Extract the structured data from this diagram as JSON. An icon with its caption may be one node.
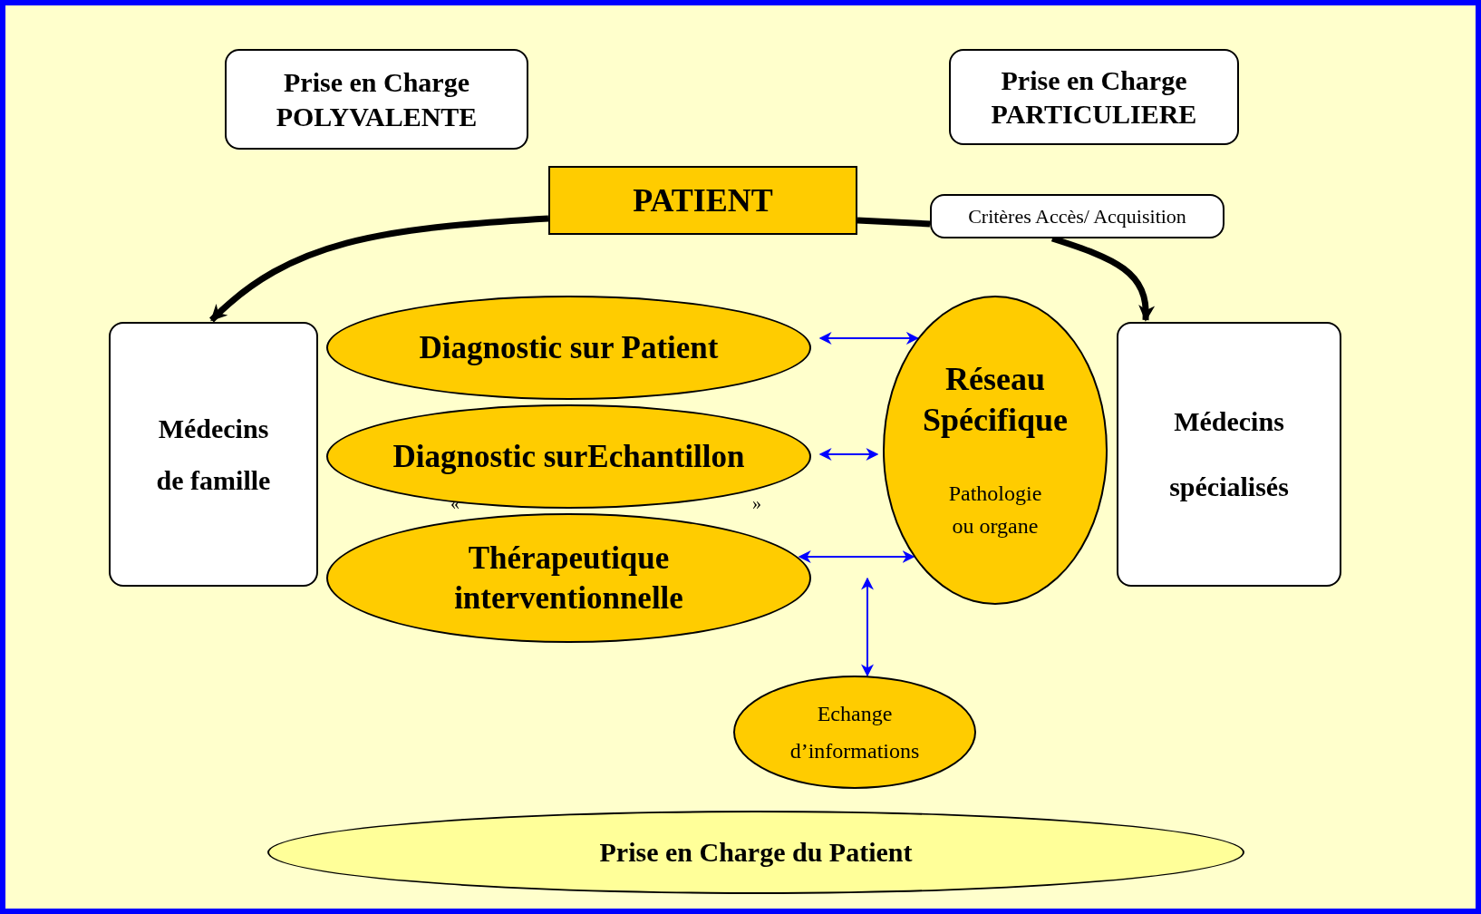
{
  "diagram": {
    "nodes": [
      {
        "text": [
          "Prise en Charge POLYVALENTE"
        ]
      },
      {
        "text": [
          "Prise en Charge PARTICULIERE"
        ]
      },
      {
        "text": [
          "PATIENT"
        ]
      },
      {
        "text": [
          "Critères Accès/ Acquisition"
        ]
      },
      {
        "text": [
          "Médecins de famille"
        ]
      },
      {
        "text": [
          "Diagnostic sur Patient"
        ]
      },
      {
        "text": [
          "Diagnostic surEchantillon"
        ]
      },
      {
        "text": [
          "Thérapeutique interventionnelle"
        ]
      },
      {
        "text": [
          "Réseau Spécifique",
          "Pathologie ou organe"
        ]
      },
      {
        "text": [
          "Médecins spécialisés"
        ]
      },
      {
        "text": [
          "Echange d’informations"
        ]
      },
      {
        "text": [
          "Prise en Charge du Patient"
        ]
      }
    ],
    "edges": [
      {
        "from": 2,
        "to": 4,
        "arrow": "to",
        "style": "thick",
        "color": "#000000"
      },
      {
        "from": 2,
        "to": 3,
        "arrow": "none",
        "style": "thick",
        "color": "#000000"
      },
      {
        "from": 3,
        "to": 9,
        "arrow": "to",
        "style": "thick",
        "color": "#000000"
      },
      {
        "from": 5,
        "to": 8,
        "arrow": "both"
      },
      {
        "from": 6,
        "to": 8,
        "arrow": "both"
      },
      {
        "from": 7,
        "to": 8,
        "arrow": "both"
      },
      {
        "from": 8,
        "to": 10,
        "arrow": "both"
      }
    ],
    "labels": [
      "«",
      "»"
    ]
  }
}
